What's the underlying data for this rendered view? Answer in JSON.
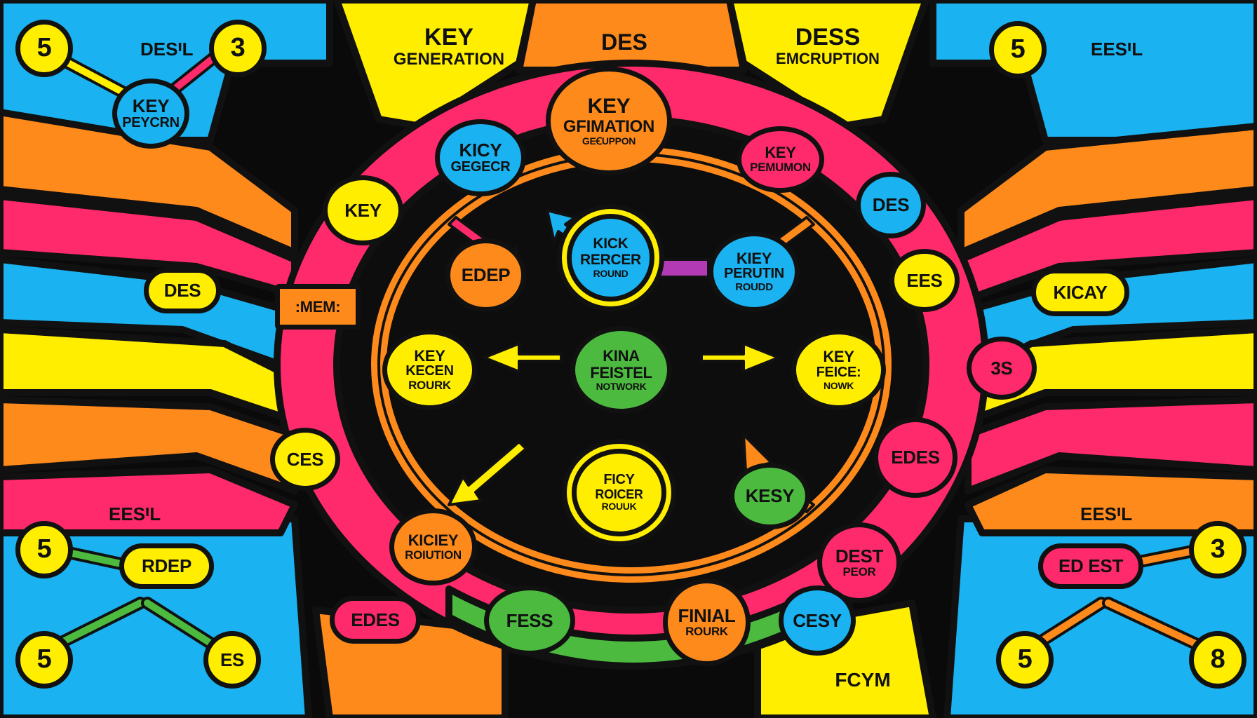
{
  "banners": {
    "key_generation": [
      "KEY",
      "GENERATION"
    ],
    "des": "DES",
    "des_encryption": [
      "DESS",
      "EMCRUPTION"
    ],
    "fcym": "FCYM"
  },
  "corner_labels": {
    "top_left": "DESꞋL",
    "top_right": "EESꞋL",
    "bottom_left": "EESꞋL",
    "bottom_right": "EESꞋL"
  },
  "corner_numbers": {
    "tl_a": "5",
    "tl_b": "3",
    "tr_a": "5",
    "bl_a": "5",
    "bl_b": "5",
    "bl_c": "ES",
    "br_a": "3",
    "br_b": "5",
    "br_c": "8"
  },
  "nodes": {
    "key_peycrn": [
      "KEY",
      "PEYCRN"
    ],
    "key_gfimation": [
      "KEY",
      "GFIMATION",
      "GEꞒUPPON"
    ],
    "kicy_gegecr": [
      "KICY",
      "GEGECR"
    ],
    "key_pemumon": [
      "KEY",
      "PEMUMON"
    ],
    "key_left": "KEY",
    "des_right": "DES",
    "des_left": "DES",
    "mem": ":MEM:",
    "edep": "EDEP",
    "kick_round": [
      "KICK",
      "RERCER",
      "ROUND"
    ],
    "kiey_round": [
      "KIEY",
      "PERUTIN",
      "ROUDD"
    ],
    "ees": "EES",
    "kicay": "KICAY",
    "key_kecen": [
      "KEY",
      "KECEN",
      "ROURK"
    ],
    "kina_feistel": [
      "KINA",
      "FEISTEL",
      "NOTWORK"
    ],
    "key_feice": [
      "KEY",
      "FEICE:",
      "NOWK"
    ],
    "three_s": "3S",
    "ces": "CES",
    "ficy_round": [
      "FICY",
      "ROICER",
      "ROUUK"
    ],
    "kesy": "KESY",
    "edes_right": "EDES",
    "kiciey_round": [
      "KICIEY",
      "ROIUTION"
    ],
    "dest_peor": [
      "DEST",
      "PEOR"
    ],
    "rdep": "RDEP",
    "ed_est": "ED EST",
    "edes_bottom": "EDES",
    "fess": "FESS",
    "finial_round": [
      "FINIAL",
      "ROURK"
    ],
    "cesy": "CESY"
  },
  "colors": {
    "yellow": "#ffee00",
    "orange": "#ff8a1c",
    "pink": "#ff2a6b",
    "blue": "#1ab2f0",
    "green": "#4cba3f",
    "outline": "#111111"
  }
}
